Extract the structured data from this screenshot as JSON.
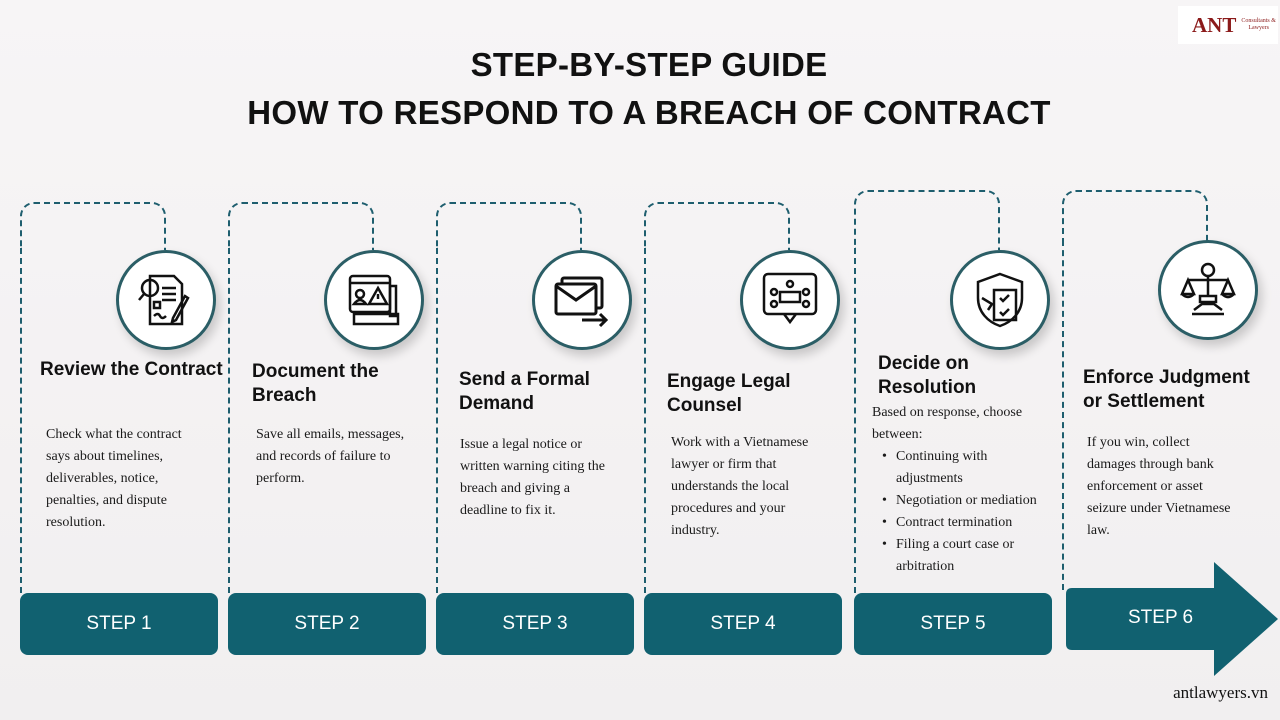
{
  "logo": {
    "mark": "ANT",
    "sub": "Consultants & Lawyers"
  },
  "title_line1": "STEP-BY-STEP GUIDE",
  "title_line2": "HOW TO RESPOND TO A BREACH OF CONTRACT",
  "steps": [
    {
      "label": "STEP 1",
      "heading": "Review the Contract",
      "icon": "contract-review-icon",
      "text": "Check what the contract says about timelines, deliverables, notice, penalties, and dispute resolution."
    },
    {
      "label": "STEP 2",
      "heading": "Document the Breach",
      "icon": "computer-warning-icon",
      "text": "Save all emails, messages, and records of failure to perform."
    },
    {
      "label": "STEP 3",
      "heading": "Send a Formal Demand",
      "icon": "send-mail-icon",
      "text": "Issue a legal notice or written warning citing the breach and giving a deadline to fix it."
    },
    {
      "label": "STEP 4",
      "heading": "Engage Legal Counsel",
      "icon": "meeting-icon",
      "text": "Work with a Vietnamese lawyer or firm that understands the local procedures and your industry."
    },
    {
      "label": "STEP 5",
      "heading": "Decide on Resolution",
      "icon": "shield-checklist-icon",
      "text": "Based on response, choose between:",
      "bullets": [
        "Continuing with adjustments",
        "Negotiation or mediation",
        "Contract termination",
        "Filing a court case or arbitration"
      ]
    },
    {
      "label": "STEP 6",
      "heading": "Enforce Judgment or Settlement",
      "icon": "justice-scale-icon",
      "text": "If you win, collect damages through bank enforcement or asset seizure under Vietnamese law."
    }
  ],
  "website": "antlawyers.vn",
  "colors": {
    "accent": "#116170",
    "border": "#1e5e6e"
  }
}
